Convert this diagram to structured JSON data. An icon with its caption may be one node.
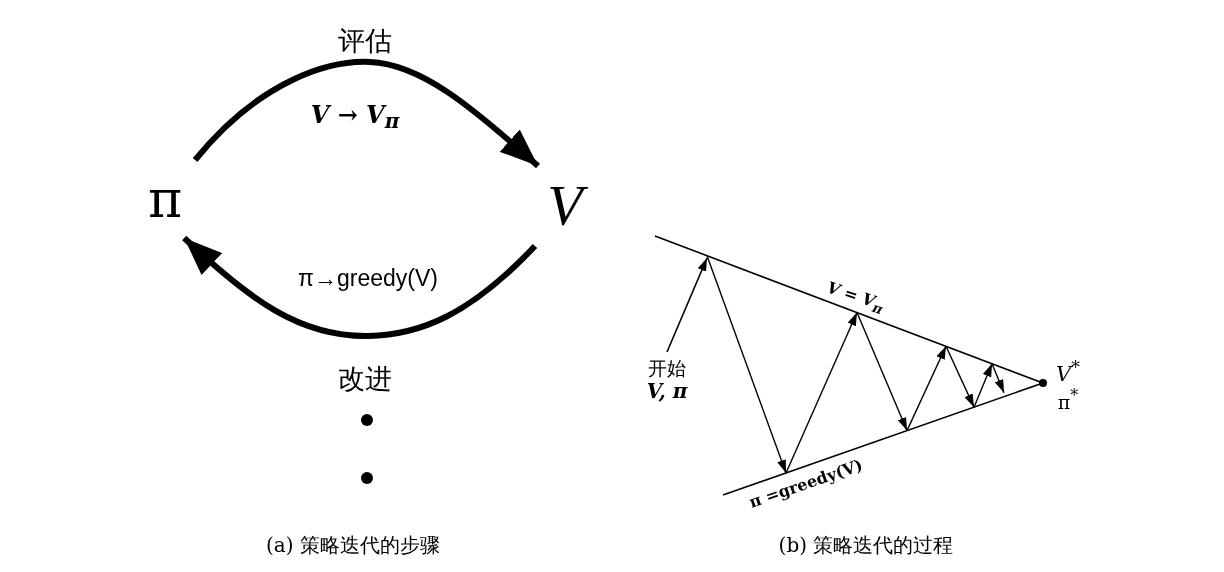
{
  "diagram": {
    "nodes": [
      {
        "text": [
          "π"
        ]
      },
      {
        "text": [
          "V"
        ]
      },
      {
        "text": [
          "开始",
          "V, π"
        ]
      }
    ],
    "edges": [
      {
        "from": 0,
        "to": 1,
        "arrow": "to",
        "label": "评估"
      },
      {
        "from": 1,
        "to": 0,
        "arrow": "to",
        "label": "改进"
      },
      {
        "from": 2,
        "to": null,
        "arrow": "to"
      }
    ],
    "labels": [
      "V → V$_{π}$",
      "π→greedy(V)",
      "V = V$_{π}$",
      "π =greedy(V)",
      "V$^{*}$",
      "π$^{*}$",
      "(a) 策略迭代的步骤",
      "(b) 策略迭代的过程"
    ]
  }
}
